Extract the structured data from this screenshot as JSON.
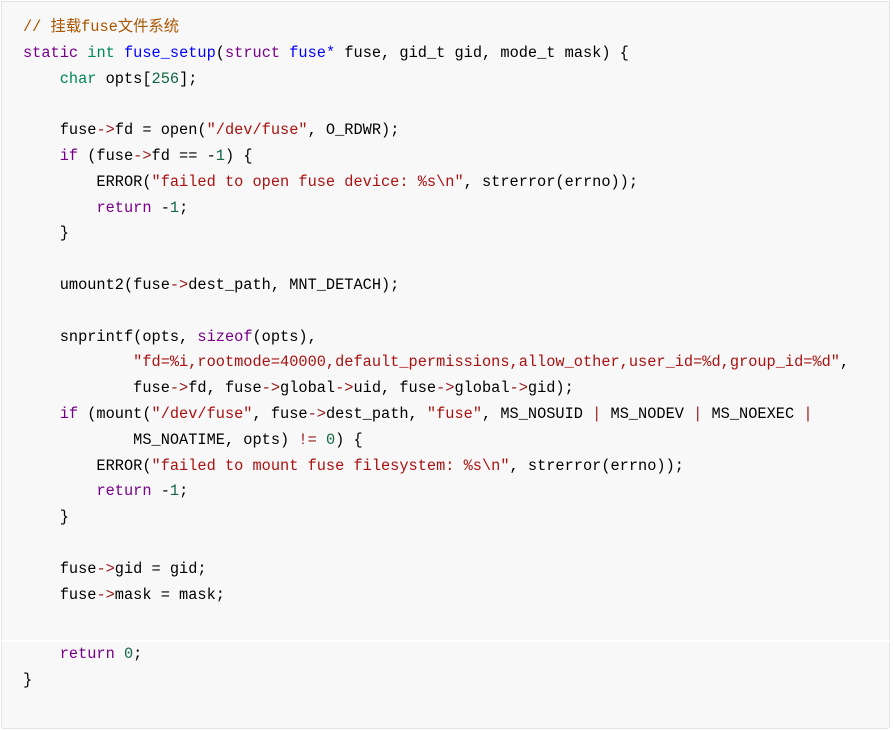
{
  "code": {
    "language": "c",
    "top_lines": [
      [
        [
          "comment",
          "// 挂载fuse文件系统"
        ]
      ],
      [
        [
          "kw",
          "static"
        ],
        [
          "plain",
          " "
        ],
        [
          "type",
          "int"
        ],
        [
          "plain",
          " "
        ],
        [
          "def",
          "fuse_setup"
        ],
        [
          "plain",
          "("
        ],
        [
          "kw",
          "struct"
        ],
        [
          "plain",
          " "
        ],
        [
          "var",
          "fuse*"
        ],
        [
          "plain",
          " fuse, gid_t gid, mode_t mask) {"
        ]
      ],
      [
        [
          "plain",
          "    "
        ],
        [
          "type",
          "char"
        ],
        [
          "plain",
          " opts["
        ],
        [
          "num",
          "256"
        ],
        [
          "plain",
          "];"
        ]
      ],
      [],
      [
        [
          "plain",
          "    fuse"
        ],
        [
          "op",
          "->"
        ],
        [
          "plain",
          "fd = open("
        ],
        [
          "str",
          "\"/dev/fuse\""
        ],
        [
          "plain",
          ", O_RDWR);"
        ]
      ],
      [
        [
          "plain",
          "    "
        ],
        [
          "kw",
          "if"
        ],
        [
          "plain",
          " (fuse"
        ],
        [
          "op",
          "->"
        ],
        [
          "plain",
          "fd == -"
        ],
        [
          "num",
          "1"
        ],
        [
          "plain",
          ") {"
        ]
      ],
      [
        [
          "plain",
          "        ERROR("
        ],
        [
          "str",
          "\"failed to open fuse device: %s\\n\""
        ],
        [
          "plain",
          ", strerror(errno));"
        ]
      ],
      [
        [
          "plain",
          "        "
        ],
        [
          "kw",
          "return"
        ],
        [
          "plain",
          " -"
        ],
        [
          "num",
          "1"
        ],
        [
          "plain",
          ";"
        ]
      ],
      [
        [
          "plain",
          "    }"
        ]
      ],
      [],
      [
        [
          "plain",
          "    umount2(fuse"
        ],
        [
          "op",
          "->"
        ],
        [
          "plain",
          "dest_path, MNT_DETACH);"
        ]
      ],
      [],
      [
        [
          "plain",
          "    snprintf(opts, "
        ],
        [
          "kw",
          "sizeof"
        ],
        [
          "plain",
          "(opts),"
        ]
      ],
      [
        [
          "plain",
          "            "
        ],
        [
          "str",
          "\"fd=%i,rootmode=40000,default_permissions,allow_other,user_id=%d,group_id=%d\""
        ],
        [
          "plain",
          ","
        ]
      ],
      [
        [
          "plain",
          "            fuse"
        ],
        [
          "op",
          "->"
        ],
        [
          "plain",
          "fd, fuse"
        ],
        [
          "op",
          "->"
        ],
        [
          "plain",
          "global"
        ],
        [
          "op",
          "->"
        ],
        [
          "plain",
          "uid, fuse"
        ],
        [
          "op",
          "->"
        ],
        [
          "plain",
          "global"
        ],
        [
          "op",
          "->"
        ],
        [
          "plain",
          "gid);"
        ]
      ],
      [
        [
          "plain",
          "    "
        ],
        [
          "kw",
          "if"
        ],
        [
          "plain",
          " (mount("
        ],
        [
          "str",
          "\"/dev/fuse\""
        ],
        [
          "plain",
          ", fuse"
        ],
        [
          "op",
          "->"
        ],
        [
          "plain",
          "dest_path, "
        ],
        [
          "str",
          "\"fuse\""
        ],
        [
          "plain",
          ", MS_NOSUID "
        ],
        [
          "op",
          "|"
        ],
        [
          "plain",
          " MS_NODEV "
        ],
        [
          "op",
          "|"
        ],
        [
          "plain",
          " MS_NOEXEC "
        ],
        [
          "op",
          "|"
        ]
      ],
      [
        [
          "plain",
          "            MS_NOATIME, opts) "
        ],
        [
          "op",
          "!="
        ],
        [
          "plain",
          " "
        ],
        [
          "num",
          "0"
        ],
        [
          "plain",
          ") {"
        ]
      ],
      [
        [
          "plain",
          "        ERROR("
        ],
        [
          "str",
          "\"failed to mount fuse filesystem: %s\\n\""
        ],
        [
          "plain",
          ", strerror(errno));"
        ]
      ],
      [
        [
          "plain",
          "        "
        ],
        [
          "kw",
          "return"
        ],
        [
          "plain",
          " -"
        ],
        [
          "num",
          "1"
        ],
        [
          "plain",
          ";"
        ]
      ],
      [
        [
          "plain",
          "    }"
        ]
      ],
      [],
      [
        [
          "plain",
          "    fuse"
        ],
        [
          "op",
          "->"
        ],
        [
          "plain",
          "gid = gid;"
        ]
      ],
      [
        [
          "plain",
          "    fuse"
        ],
        [
          "op",
          "->"
        ],
        [
          "plain",
          "mask = mask;"
        ]
      ]
    ],
    "bottom_lines": [
      [
        [
          "plain",
          "    "
        ],
        [
          "kw",
          "return"
        ],
        [
          "plain",
          " "
        ],
        [
          "num",
          "0"
        ],
        [
          "plain",
          ";"
        ]
      ],
      [
        [
          "plain",
          "}"
        ]
      ]
    ]
  }
}
